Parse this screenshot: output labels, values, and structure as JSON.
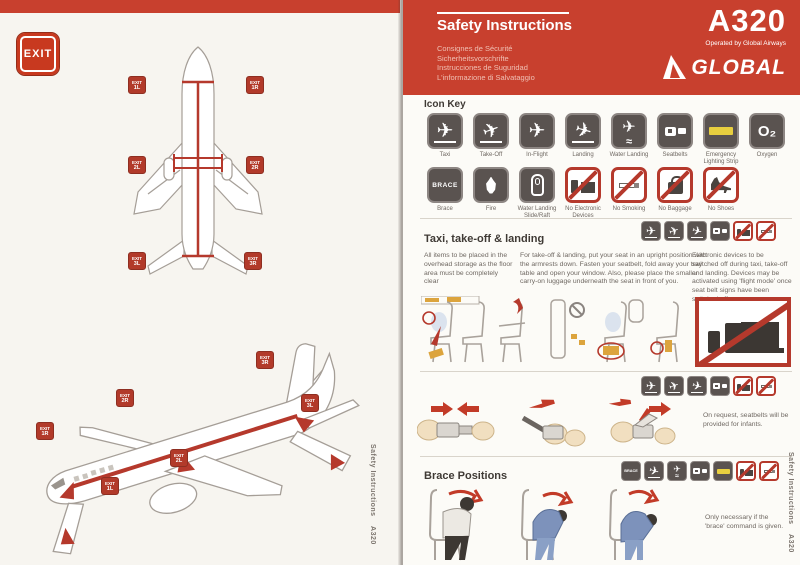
{
  "left_page": {
    "exit_sign": "EXIT",
    "top_view_exits": [
      {
        "exit": "EXIT",
        "pos": "1L"
      },
      {
        "exit": "EXIT",
        "pos": "1R"
      },
      {
        "exit": "EXIT",
        "pos": "2L"
      },
      {
        "exit": "EXIT",
        "pos": "2R"
      },
      {
        "exit": "EXIT",
        "pos": "3L"
      },
      {
        "exit": "EXIT",
        "pos": "3R"
      }
    ],
    "side_view_exits": [
      {
        "exit": "EXIT",
        "pos": "1R"
      },
      {
        "exit": "EXIT",
        "pos": "2R"
      },
      {
        "exit": "EXIT",
        "pos": "3R"
      },
      {
        "exit": "EXIT",
        "pos": "3L"
      },
      {
        "exit": "EXIT",
        "pos": "2L"
      },
      {
        "exit": "EXIT",
        "pos": "1L"
      }
    ],
    "spine_text": "Safety Instructions    A320"
  },
  "header": {
    "title": "Safety Instructions",
    "languages": [
      "Consignes de Sécurité",
      "Sicherheitsvorschrifte",
      "Instrucciones de Suguridad",
      "L'informazione di Salvataggio"
    ],
    "aircraft_model": "A320",
    "operated_by": "Operated by Global Airways",
    "brand_name": "GLOBAL"
  },
  "glyphs": {
    "plane": "✈",
    "oxygen": "O₂",
    "brace": "BRACE",
    "water": "≈"
  },
  "icon_key": {
    "heading": "Icon Key",
    "row1": [
      {
        "name": "taxi",
        "label": "Taxi"
      },
      {
        "name": "take-off",
        "label": "Take-Off"
      },
      {
        "name": "in-flight",
        "label": "In-Flight"
      },
      {
        "name": "landing",
        "label": "Landing"
      },
      {
        "name": "water-landing",
        "label": "Water Landing"
      },
      {
        "name": "seatbelts",
        "label": "Seatbelts"
      },
      {
        "name": "emergency-lighting-strip",
        "label": "Emergency Lighting Strip"
      },
      {
        "name": "oxygen",
        "label": "Oxygen"
      }
    ],
    "row2": [
      {
        "name": "brace",
        "label": "Brace"
      },
      {
        "name": "fire",
        "label": "Fire"
      },
      {
        "name": "water-landing-slide-raft",
        "label": "Water Landing Slide/Raft"
      },
      {
        "name": "no-electronic-devices",
        "label": "No Electronic Devices"
      },
      {
        "name": "no-smoking",
        "label": "No Smoking"
      },
      {
        "name": "no-baggage",
        "label": "No Baggage"
      },
      {
        "name": "no-shoes",
        "label": "No Shoes"
      }
    ]
  },
  "mini_rows": {
    "taxi_row": [
      "taxi",
      "take-off",
      "landing",
      "seatbelts",
      "no-electronic-devices",
      "no-smoking"
    ],
    "stow_row": [
      "taxi",
      "take-off",
      "landing",
      "seatbelts",
      "no-electronic-devices",
      "no-smoking"
    ],
    "brace_row": [
      "brace",
      "landing",
      "water-landing",
      "seatbelts",
      "emergency-lighting-strip",
      "no-electronic-devices",
      "no-smoking"
    ]
  },
  "taxi_section": {
    "heading": "Taxi, take-off & landing",
    "col1": "All items to be placed in the overhead storage as the floor area must be completely clear",
    "col2": "For take-off & landing, put your seat in an upright position with the armrests down. Fasten your seatbelt, fold away your tray table and open your window. Also, please place the smaller carry-on luggage underneath the seat in front of you.",
    "col3": "Electronic devices to be switched off during taxi, take-off and landing. Devices may be activated using 'flight mode' once seat belt signs have been switched off.",
    "infant_note": "On request, seatbelts will be provided for infants."
  },
  "brace_section": {
    "heading": "Brace Positions",
    "note": "Only necessary if the 'brace' command is given."
  },
  "spine_text": "Safety Instructions    A320",
  "colors": {
    "red": "#c8402e",
    "icon_gray": "#5a5350",
    "strip_yellow": "#e8cf3f"
  }
}
